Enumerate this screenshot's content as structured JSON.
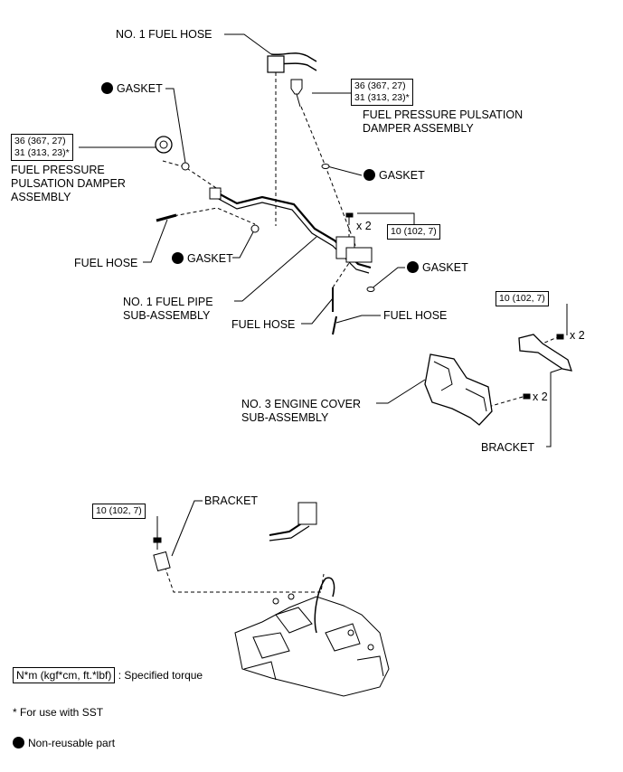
{
  "labels": {
    "no1_fuel_hose": "NO. 1 FUEL HOSE",
    "gasket": "GASKET",
    "fuel_pressure_damper_right": [
      "FUEL PRESSURE PULSATION",
      "DAMPER ASSEMBLY"
    ],
    "fuel_pressure_damper_left": [
      "FUEL PRESSURE",
      "PULSATION DAMPER",
      "ASSEMBLY"
    ],
    "fuel_hose": "FUEL HOSE",
    "no1_fuel_pipe": [
      "NO. 1 FUEL PIPE",
      "SUB-ASSEMBLY"
    ],
    "no3_engine_cover": [
      "NO. 3 ENGINE COVER",
      "SUB-ASSEMBLY"
    ],
    "bracket": "BRACKET",
    "x2": "x 2"
  },
  "torques": {
    "damper": [
      "36 (367, 27)",
      "31 (313, 23)*"
    ],
    "bolt": "10 (102, 7)"
  },
  "legend": {
    "torque_unit": "N*m (kgf*cm, ft.*lbf)",
    "torque_desc": ": Specified torque",
    "sst_note": "* For use with SST",
    "non_reusable": "Non-reusable part"
  }
}
